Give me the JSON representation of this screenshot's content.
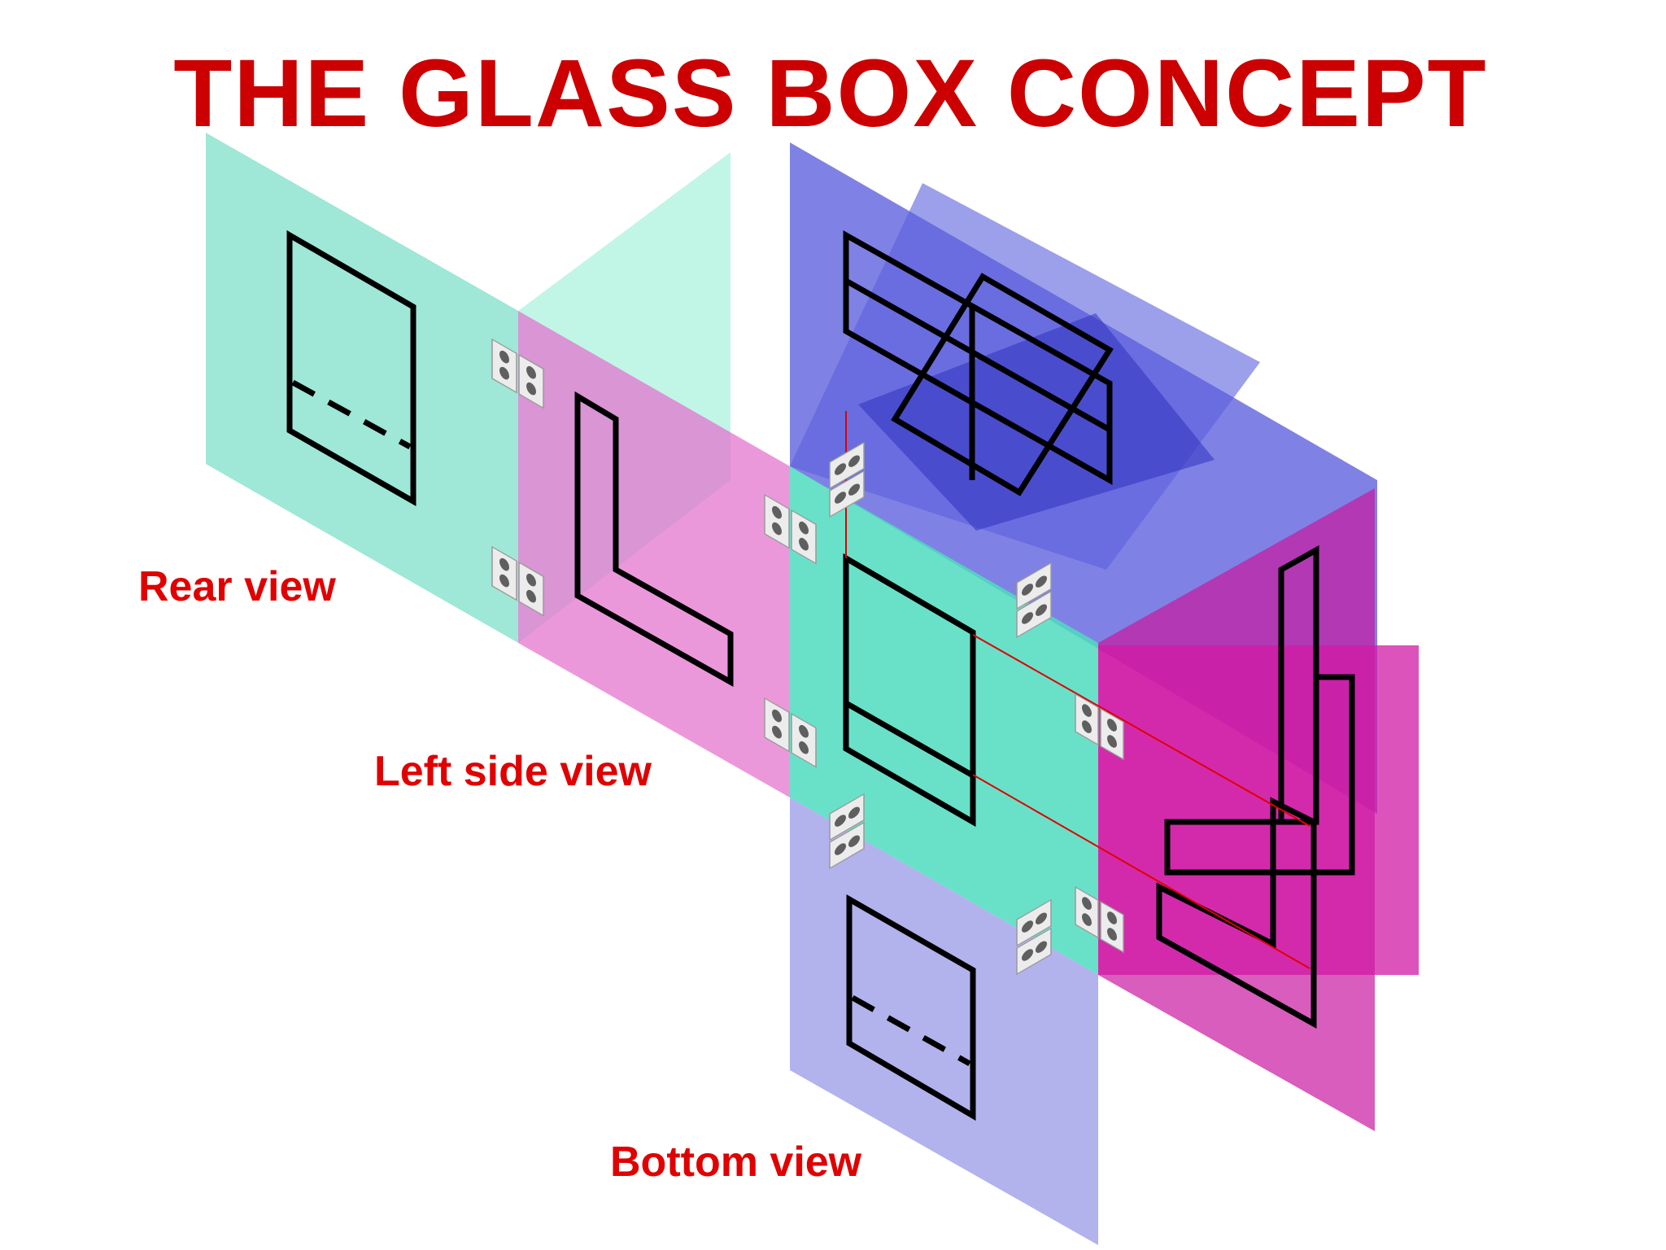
{
  "title": "THE  GLASS  BOX  CONCEPT",
  "labels": {
    "rear_view": "Rear view",
    "left_side_view": "Left side view",
    "bottom_view": "Bottom  view"
  },
  "colors": {
    "title": "#cc0000",
    "label": "#e00000",
    "rear_plane": "#8ee3cf",
    "top_plane": "#5a5fdc",
    "left_plane": "#e26ccc",
    "front_plane": "#4fdcbe",
    "right_plane": "#d21aa6",
    "bottom_plane": "#a4a4ea",
    "projection_lines": "#e00000"
  }
}
